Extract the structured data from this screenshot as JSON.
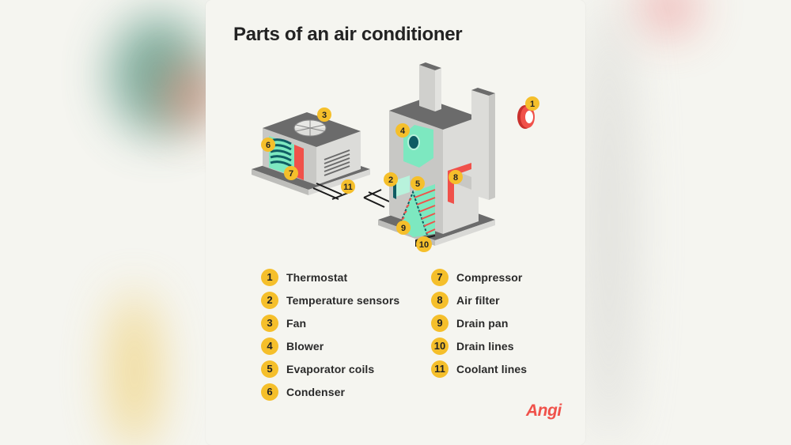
{
  "title": "Parts of an air conditioner",
  "legend": {
    "left": [
      {
        "num": "1",
        "label": "Thermostat"
      },
      {
        "num": "2",
        "label": "Temperature sensors"
      },
      {
        "num": "3",
        "label": "Fan"
      },
      {
        "num": "4",
        "label": "Blower"
      },
      {
        "num": "5",
        "label": "Evaporator coils"
      },
      {
        "num": "6",
        "label": "Condenser"
      }
    ],
    "right": [
      {
        "num": "7",
        "label": "Compressor"
      },
      {
        "num": "8",
        "label": "Air filter"
      },
      {
        "num": "9",
        "label": "Drain pan"
      },
      {
        "num": "10",
        "label": "Drain lines"
      },
      {
        "num": "11",
        "label": "Coolant lines"
      }
    ]
  },
  "badges": {
    "b1": "1",
    "b2": "2",
    "b3": "3",
    "b4": "4",
    "b5": "5",
    "b6": "6",
    "b7": "7",
    "b8": "8",
    "b9": "9",
    "b10": "10",
    "b11": "11"
  },
  "brand": {
    "logo_text": "Angi",
    "color": "#f0514a"
  },
  "colors": {
    "badge": "#f5bf2b",
    "mint": "#7de8c0",
    "red": "#f0514a",
    "dark_teal": "#0f5c63",
    "light_gray": "#d9d9d6",
    "mid_gray": "#a8a8a5",
    "dark_gray": "#6b6b6b"
  }
}
